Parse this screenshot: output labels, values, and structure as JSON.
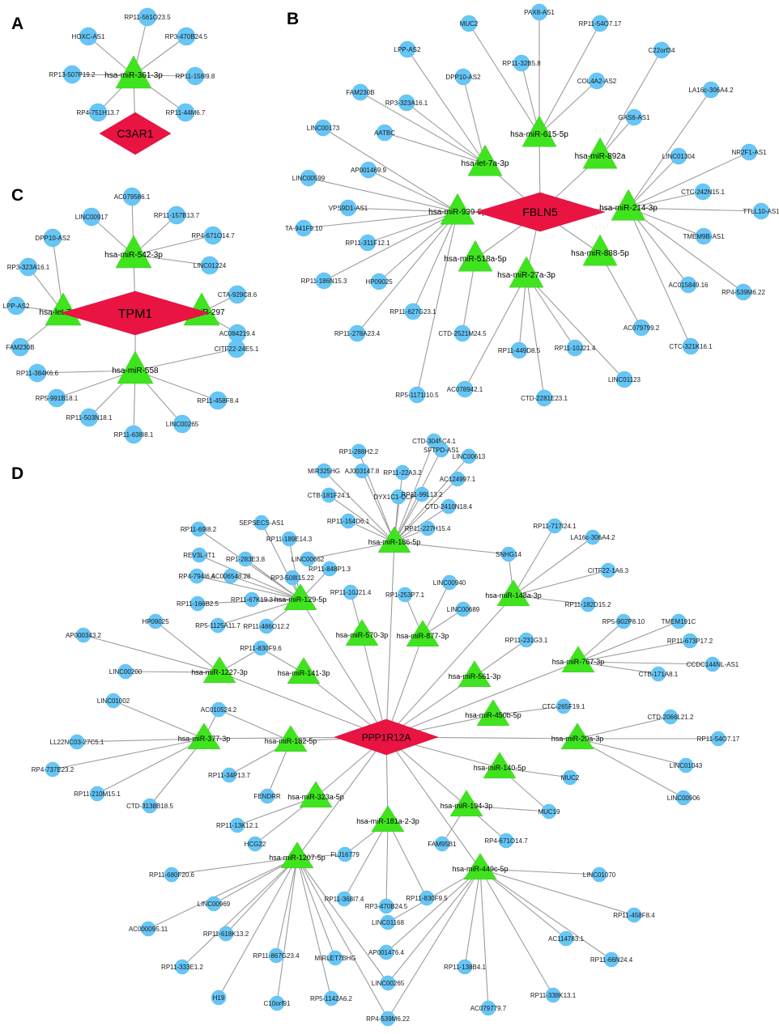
{
  "panels": {
    "A": {
      "label": "A",
      "hub": {
        "id": "h",
        "label": "C3AR1"
      },
      "mirnas": [
        {
          "id": "m1",
          "label": "hsa-miR-361-3p"
        }
      ],
      "lncrnas": [
        {
          "id": "l1",
          "label": "RP11-561O23.5"
        },
        {
          "id": "l2",
          "label": "HOXC-AS1"
        },
        {
          "id": "l3",
          "label": "RP3-470B24.5"
        },
        {
          "id": "l4",
          "label": "RP13-507P19.2"
        },
        {
          "id": "l5",
          "label": "RP11-158I9.8"
        },
        {
          "id": "l6",
          "label": "RP4-751H13.7"
        },
        {
          "id": "l7",
          "label": "RP11-44M6.7"
        }
      ]
    },
    "B": {
      "label": "B",
      "hub": {
        "id": "h",
        "label": "FBLN5"
      },
      "mirnas": [
        {
          "id": "m615",
          "label": "hsa-miR-615-5p"
        },
        {
          "id": "m892",
          "label": "hsa-miR-892a"
        },
        {
          "id": "mlet",
          "label": "hsa-let-7a-3p"
        },
        {
          "id": "m939",
          "label": "hsa-miR-939-5p"
        },
        {
          "id": "m214",
          "label": "hsa-miR-214-3p"
        },
        {
          "id": "m518",
          "label": "hsa-miR-518a-5p"
        },
        {
          "id": "m888",
          "label": "hsa-miR-888-5p"
        },
        {
          "id": "m27",
          "label": "hsa-miR-27a-3p"
        }
      ],
      "lncrnas": [
        {
          "id": "b1",
          "label": "PAX8-AS1"
        },
        {
          "id": "b2",
          "label": "MUC2"
        },
        {
          "id": "b3",
          "label": "RP11-54O7.17"
        },
        {
          "id": "b4",
          "label": "LPP-AS2"
        },
        {
          "id": "b5",
          "label": "C22orf34"
        },
        {
          "id": "b6",
          "label": "RP11-32B5.8"
        },
        {
          "id": "b7",
          "label": "DPP10-AS2"
        },
        {
          "id": "b8",
          "label": "COL4A2-AS2"
        },
        {
          "id": "b9",
          "label": "LA16c-306A4.2"
        },
        {
          "id": "b10",
          "label": "FAM230B"
        },
        {
          "id": "b11",
          "label": "RP3-323A16.1"
        },
        {
          "id": "b12",
          "label": "GAS6-AS1"
        },
        {
          "id": "b13",
          "label": "LINC00173"
        },
        {
          "id": "b14",
          "label": "AATBC"
        },
        {
          "id": "b15",
          "label": "LINC01304"
        },
        {
          "id": "b16",
          "label": "NR2F1-AS1"
        },
        {
          "id": "b17",
          "label": "LINC00599"
        },
        {
          "id": "b18",
          "label": "AP001469.9"
        },
        {
          "id": "b19",
          "label": "CTC-242N15.1"
        },
        {
          "id": "b20",
          "label": "VPS9D1-AS1"
        },
        {
          "id": "b21",
          "label": "TTLL10-AS1"
        },
        {
          "id": "b22",
          "label": "TA-941F9.10"
        },
        {
          "id": "b23",
          "label": "TMEM9B-AS1"
        },
        {
          "id": "b24",
          "label": "RP11-311F12.1"
        },
        {
          "id": "b25",
          "label": "RP11-186N15.3"
        },
        {
          "id": "b26",
          "label": "HP09025"
        },
        {
          "id": "b27",
          "label": "AC015849.16"
        },
        {
          "id": "b28",
          "label": "RP4-539M6.22"
        },
        {
          "id": "b29",
          "label": "RP11-627G23.1"
        },
        {
          "id": "b30",
          "label": "AC079799.2"
        },
        {
          "id": "b31",
          "label": "RP11-278A23.4"
        },
        {
          "id": "b32",
          "label": "CTD-2521M24.5"
        },
        {
          "id": "b33",
          "label": "CTC-321K16.1"
        },
        {
          "id": "b34",
          "label": "RP11-449D8.5"
        },
        {
          "id": "b35",
          "label": "RP11-10J21.4"
        },
        {
          "id": "b36",
          "label": "RP5-1171I10.5"
        },
        {
          "id": "b37",
          "label": "LINC01123"
        },
        {
          "id": "b38",
          "label": "AC078942.1"
        },
        {
          "id": "b39",
          "label": "CTD-2281E23.1"
        }
      ]
    },
    "C": {
      "label": "C",
      "hub": {
        "id": "h",
        "label": "TPM1"
      },
      "mirnas": [
        {
          "id": "m542",
          "label": "hsa-miR-542-3p"
        },
        {
          "id": "mlet",
          "label": "hsa-let-7a-3p"
        },
        {
          "id": "m297",
          "label": "hsa-miR-297"
        },
        {
          "id": "m558",
          "label": "hsa-miR-558"
        }
      ],
      "lncrnas": [
        {
          "id": "c1",
          "label": "AC079586.1"
        },
        {
          "id": "c2",
          "label": "LINC00917"
        },
        {
          "id": "c3",
          "label": "RP11-157B13.7"
        },
        {
          "id": "c4",
          "label": "RP4-671O14.7"
        },
        {
          "id": "c5",
          "label": "LINC01224"
        },
        {
          "id": "c6",
          "label": "DPP10-AS2"
        },
        {
          "id": "c7",
          "label": "RP3-323A16.1"
        },
        {
          "id": "c8",
          "label": "LPP-AS2"
        },
        {
          "id": "c9",
          "label": "FAM230B"
        },
        {
          "id": "c10",
          "label": "CTA-929C8.6"
        },
        {
          "id": "c11",
          "label": "AC084219.4"
        },
        {
          "id": "c12",
          "label": "RP11-384K6.6"
        },
        {
          "id": "c13",
          "label": "CITF22-24E5.1"
        },
        {
          "id": "c14",
          "label": "RP5-991B18.1"
        },
        {
          "id": "c15",
          "label": "RP11-458F8.4"
        },
        {
          "id": "c16",
          "label": "RP11-503N18.1"
        },
        {
          "id": "c17",
          "label": "LINC00265"
        },
        {
          "id": "c18",
          "label": "RP11-638I8.1"
        }
      ]
    },
    "D": {
      "label": "D",
      "hub": {
        "id": "h",
        "label": "PPP1R12A"
      },
      "mirnas": [
        {
          "id": "m186",
          "label": "hsa-miR-186-5p"
        },
        {
          "id": "m129",
          "label": "hsa-miR-129-5p"
        },
        {
          "id": "m148",
          "label": "hsa-miR-148a-3p"
        },
        {
          "id": "m570",
          "label": "hsa-miR-570-3p"
        },
        {
          "id": "m877",
          "label": "hsa-miR-877-3p"
        },
        {
          "id": "m1227",
          "label": "hsa-miR-1227-3p"
        },
        {
          "id": "m141",
          "label": "hsa-miR-141-3p"
        },
        {
          "id": "m561",
          "label": "hsa-miR-561-3p"
        },
        {
          "id": "m767",
          "label": "hsa-miR-767-3p"
        },
        {
          "id": "m450",
          "label": "hsa-miR-450b-5p"
        },
        {
          "id": "m377",
          "label": "hsa-miR-377-3p"
        },
        {
          "id": "m182",
          "label": "hsa-miR-182-5p"
        },
        {
          "id": "m20",
          "label": "hsa-miR-20a-3p"
        },
        {
          "id": "m140",
          "label": "hsa-miR-140-5p"
        },
        {
          "id": "m323",
          "label": "hsa-miR-323a-5p"
        },
        {
          "id": "m194",
          "label": "hsa-miR-194-3p"
        },
        {
          "id": "m181",
          "label": "hsa-miR-181a-2-3p"
        },
        {
          "id": "m1207",
          "label": "hsa-miR-1207-5p"
        },
        {
          "id": "m449",
          "label": "hsa-miR-449c-5p"
        }
      ],
      "lncrnas": [
        {
          "id": "d1",
          "label": "CTD-3045C4.1"
        },
        {
          "id": "d2",
          "label": "SFTPD-AS1"
        },
        {
          "id": "d3",
          "label": "RP1-288H2.2"
        },
        {
          "id": "d4",
          "label": "LINC00613"
        },
        {
          "id": "d5",
          "label": "MIR325HG"
        },
        {
          "id": "d6",
          "label": "AJ003147.8"
        },
        {
          "id": "d7",
          "label": "RP11-22A3.2"
        },
        {
          "id": "d8",
          "label": "AC124997.1"
        },
        {
          "id": "d9",
          "label": "CTB-181F24.1"
        },
        {
          "id": "d10",
          "label": "DYX1C1-CCPG1"
        },
        {
          "id": "d11",
          "label": "RP11-99L13.2"
        },
        {
          "id": "d12",
          "label": "CTD-2410N18.4"
        },
        {
          "id": "d13",
          "label": "RP11-154D6.1"
        },
        {
          "id": "d14",
          "label": "RP11-227H15.4"
        },
        {
          "id": "d15",
          "label": "SEPSECS-AS1"
        },
        {
          "id": "d16",
          "label": "RP11-69I8.2"
        },
        {
          "id": "d17",
          "label": "RP11-189E14.3"
        },
        {
          "id": "d18",
          "label": "REV3L-IT1"
        },
        {
          "id": "d19",
          "label": "RP1-283E3.8"
        },
        {
          "id": "d20",
          "label": "LINC00662"
        },
        {
          "id": "d21",
          "label": "RP4-794I6.4"
        },
        {
          "id": "d22",
          "label": "AC006548.28"
        },
        {
          "id": "d23",
          "label": "RP3-508I15.22"
        },
        {
          "id": "d24",
          "label": "RP11-67K19.3"
        },
        {
          "id": "d25",
          "label": "RP11-848P1.3"
        },
        {
          "id": "d26",
          "label": "RP11-166B2.5"
        },
        {
          "id": "d27",
          "label": "RP5-1125A11.7"
        },
        {
          "id": "d28",
          "label": "RP11-486O12.2"
        },
        {
          "id": "d29",
          "label": "RP11-10J21.4"
        },
        {
          "id": "d30",
          "label": "RP1-253P7.1"
        },
        {
          "id": "d31",
          "label": "LINC00940"
        },
        {
          "id": "d32",
          "label": "LINC00689"
        },
        {
          "id": "d33",
          "label": "SNHG14"
        },
        {
          "id": "d34",
          "label": "RP11-717I24.1"
        },
        {
          "id": "d35",
          "label": "LA16c-306A4.2"
        },
        {
          "id": "d36",
          "label": "CITF22-1A6.3"
        },
        {
          "id": "d37",
          "label": "RP11-182D15.2"
        },
        {
          "id": "d38",
          "label": "HP09025"
        },
        {
          "id": "d39",
          "label": "AP000343.2"
        },
        {
          "id": "d40",
          "label": "RP11-830F9.6"
        },
        {
          "id": "d41",
          "label": "LINC00200"
        },
        {
          "id": "d42",
          "label": "RP5-902P8.10"
        },
        {
          "id": "d43",
          "label": "TMEM191C"
        },
        {
          "id": "d44",
          "label": "RP11-673P17.2"
        },
        {
          "id": "d45",
          "label": "CCDC144NL-AS1"
        },
        {
          "id": "d46",
          "label": "CTB-171A8.1"
        },
        {
          "id": "d47",
          "label": "RP11-231G3.1"
        },
        {
          "id": "d48",
          "label": "CTC-265F19.1"
        },
        {
          "id": "d49",
          "label": "LINC01002"
        },
        {
          "id": "d50",
          "label": "AC010524.2"
        },
        {
          "id": "d51",
          "label": "LL22NC03-27C5.1"
        },
        {
          "id": "d52",
          "label": "RP4-737E23.2"
        },
        {
          "id": "d53",
          "label": "RP11-210M15.1"
        },
        {
          "id": "d54",
          "label": "CTD-3138B18.5"
        },
        {
          "id": "d55",
          "label": "RP11-34P13.7"
        },
        {
          "id": "d56",
          "label": "FENDRR"
        },
        {
          "id": "d57",
          "label": "CTD-2066L21.2"
        },
        {
          "id": "d58",
          "label": "RP11-54O7.17"
        },
        {
          "id": "d59",
          "label": "LINC01043"
        },
        {
          "id": "d60",
          "label": "LINC00906"
        },
        {
          "id": "d61",
          "label": "MUC2"
        },
        {
          "id": "d62",
          "label": "MUC19"
        },
        {
          "id": "d63",
          "label": "RP11-13K12.1"
        },
        {
          "id": "d64",
          "label": "HCG22"
        },
        {
          "id": "d65",
          "label": "FLJ16779"
        },
        {
          "id": "d66",
          "label": "FAM95B1"
        },
        {
          "id": "d67",
          "label": "RP4-671O14.7"
        },
        {
          "id": "d68",
          "label": "RP11-680F20.6"
        },
        {
          "id": "d69",
          "label": "RP11-368I7.4"
        },
        {
          "id": "d70",
          "label": "RP3-470B24.5"
        },
        {
          "id": "d71",
          "label": "RP11-830F9.5"
        },
        {
          "id": "d72",
          "label": "LINC01070"
        },
        {
          "id": "d73",
          "label": "LINC00969"
        },
        {
          "id": "d74",
          "label": "AC000095.11"
        },
        {
          "id": "d75",
          "label": "RP11-618K13.2"
        },
        {
          "id": "d76",
          "label": "LINC01168"
        },
        {
          "id": "d77",
          "label": "RP11-458F8.4"
        },
        {
          "id": "d78",
          "label": "AC114783.1"
        },
        {
          "id": "d79",
          "label": "RP11-333E1.2"
        },
        {
          "id": "d80",
          "label": "RP11-867G23.4"
        },
        {
          "id": "d81",
          "label": "MIRLET7BHG"
        },
        {
          "id": "d82",
          "label": "AP001476.4"
        },
        {
          "id": "d83",
          "label": "RP11-66N24.4"
        },
        {
          "id": "d84",
          "label": "RP11-138B4.1"
        },
        {
          "id": "d85",
          "label": "LINC00265"
        },
        {
          "id": "d86",
          "label": "RP11-338K13.1"
        },
        {
          "id": "d87",
          "label": "H19"
        },
        {
          "id": "d88",
          "label": "C10orf91"
        },
        {
          "id": "d89",
          "label": "RP5-1142A6.2"
        },
        {
          "id": "d90",
          "label": "RP4-539M6.22"
        },
        {
          "id": "d91",
          "label": "AC079779.7"
        }
      ]
    }
  },
  "colors": {
    "lncrna": "#66c6f6",
    "mirna": "#3fe41f",
    "hub": "#ea1443",
    "edge": "#9c9c9c"
  }
}
